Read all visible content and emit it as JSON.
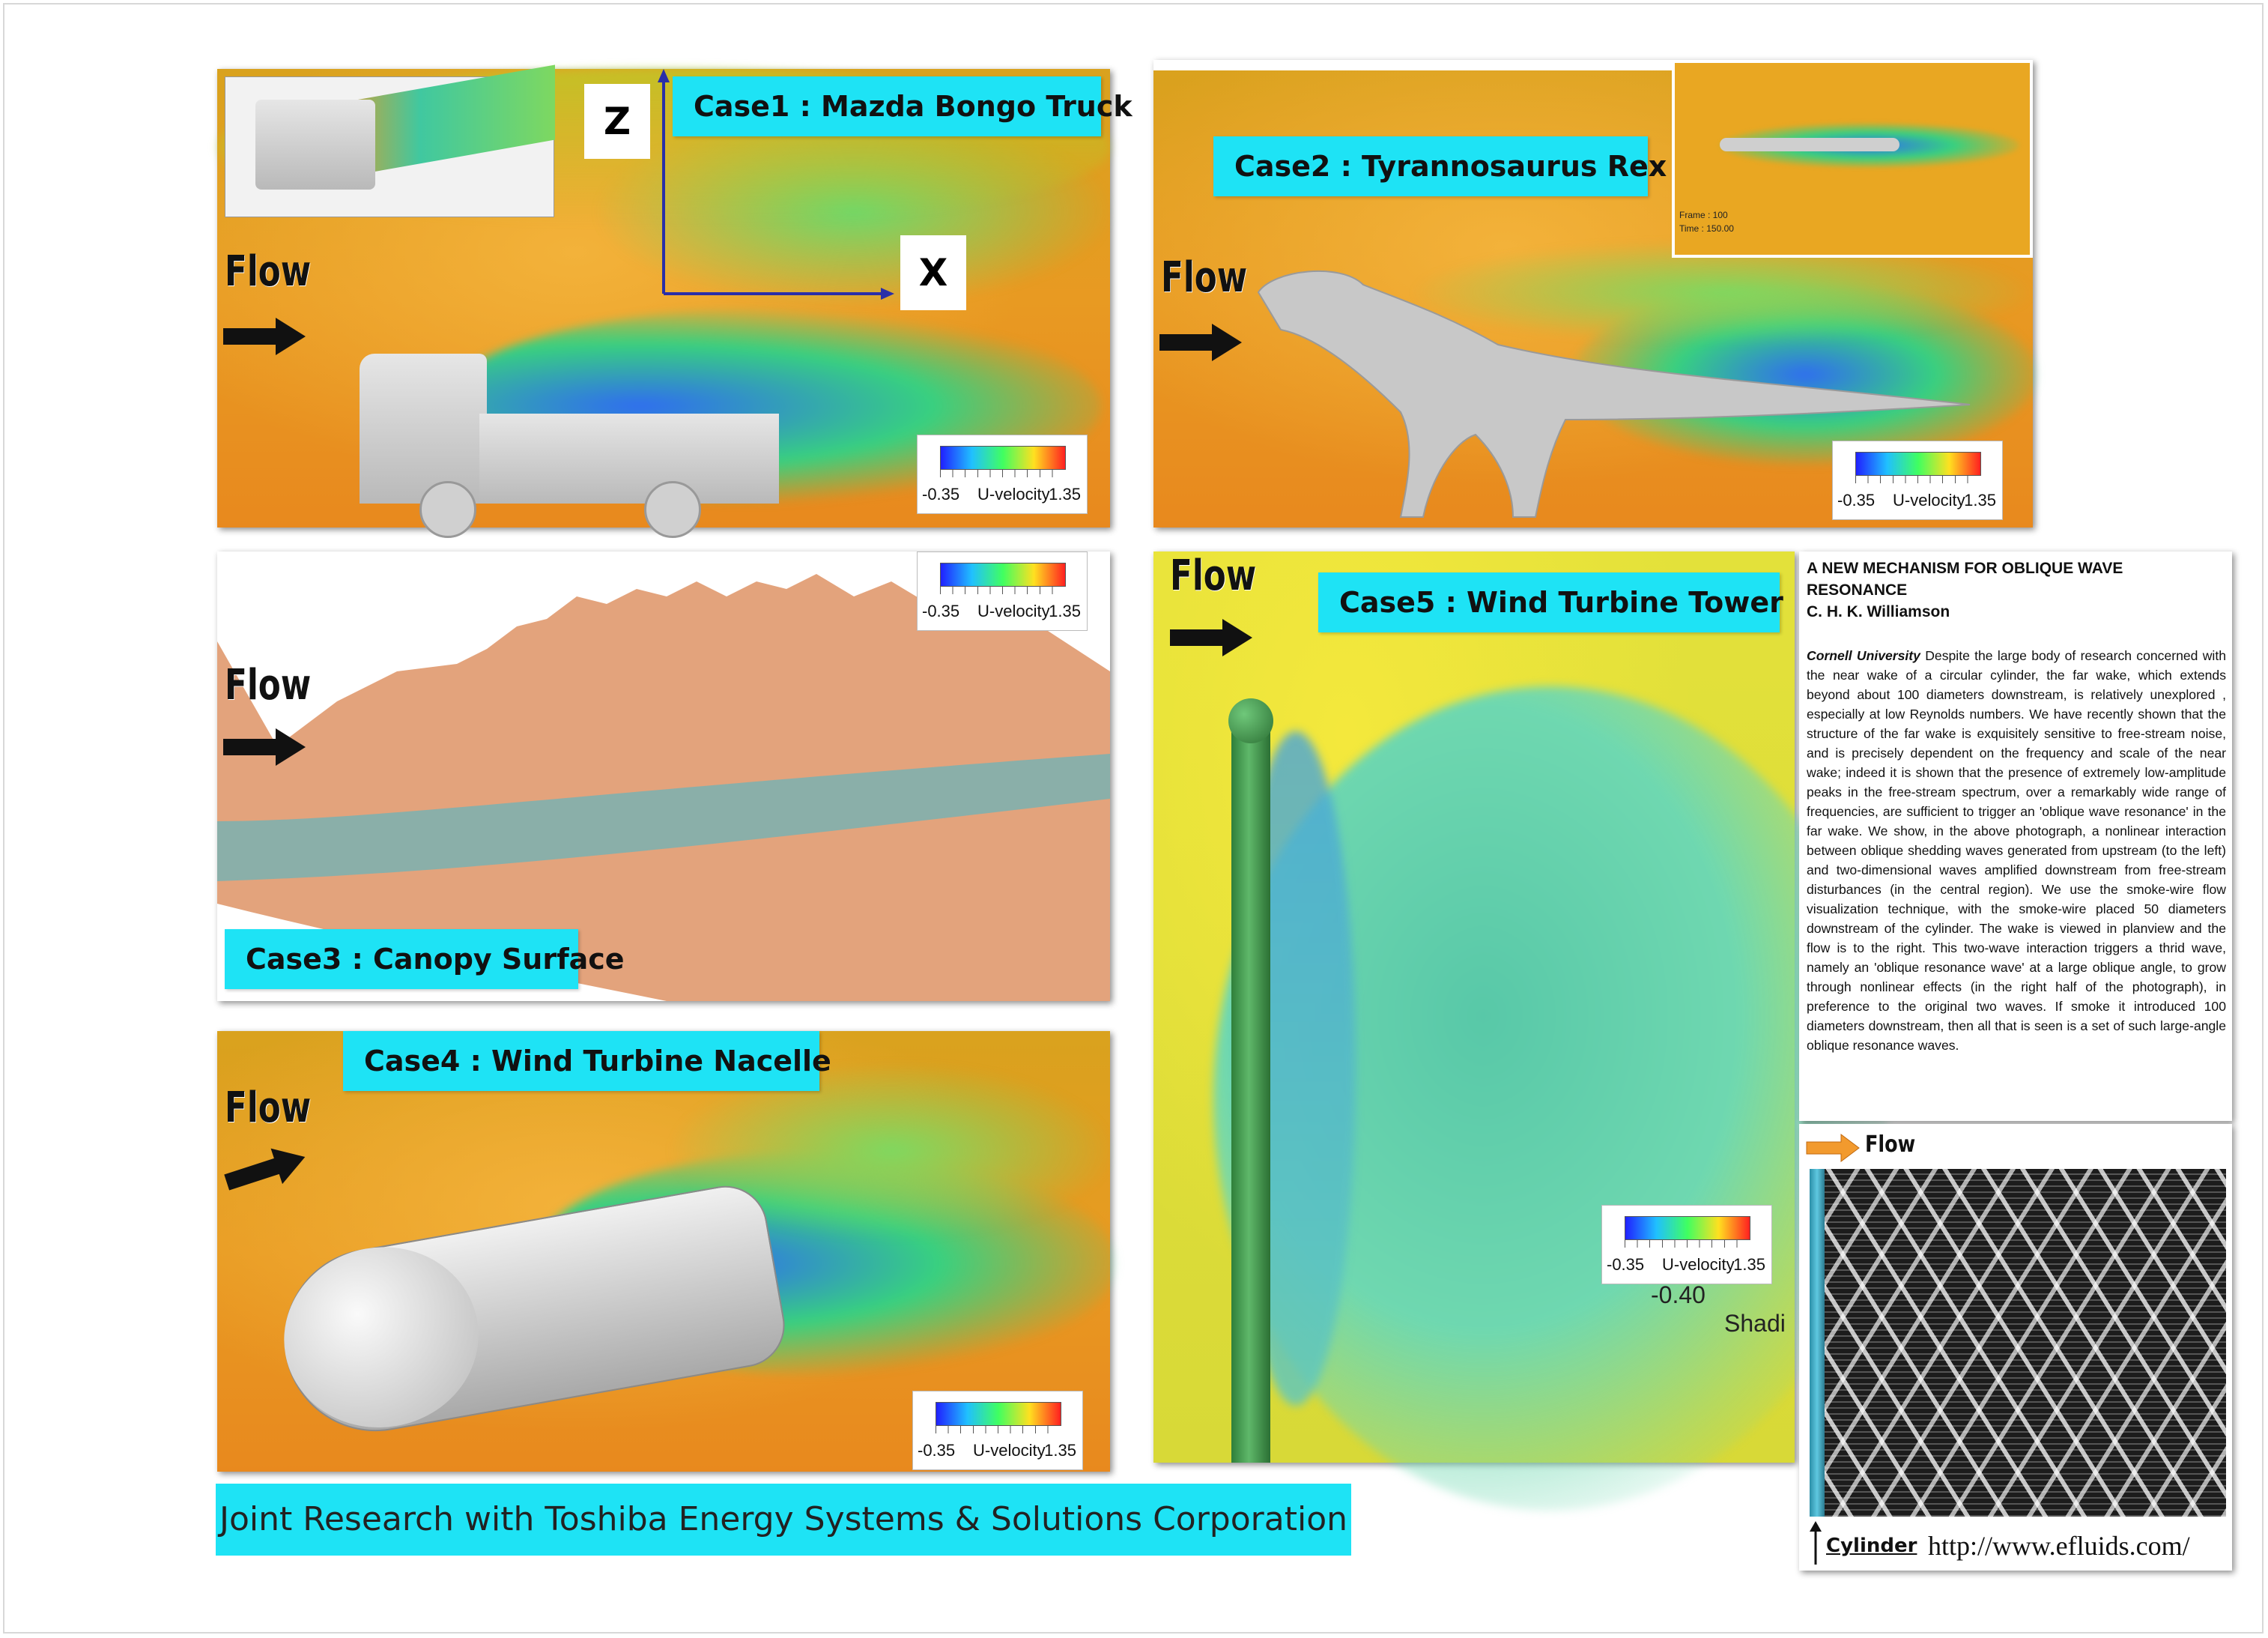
{
  "colors": {
    "accent_cyan": "#1ee3f5",
    "field_orange": "#e89a22",
    "field_yellow": "#e0df3a",
    "wake_blue": "#2f6df0",
    "wake_green": "#38d080"
  },
  "flow_label": "Flow",
  "legend": {
    "min": "-0.35",
    "label": "U-velocity",
    "max": "1.35"
  },
  "case1": {
    "title": "Case1 : Mazda Bongo Truck",
    "axis_z": "Z",
    "axis_x": "X"
  },
  "case2": {
    "title": "Case2 : Tyrannosaurus Rex",
    "inset_frame": "Frame : 100",
    "inset_time": "Time : 150.00"
  },
  "case3": {
    "title": "Case3 : Canopy Surface"
  },
  "case4": {
    "title": "Case4 : Wind Turbine Nacelle"
  },
  "case5": {
    "title": "Case5 : Wind Turbine Tower",
    "extra_value": "-0.40",
    "extra_text": "Shadi"
  },
  "article": {
    "title_line1": "A NEW MECHANISM FOR OBLIQUE WAVE",
    "title_line2": "RESONANCE",
    "author": "C. H. K. Williamson",
    "affiliation": "Cornell University",
    "body": "Despite the large body of research concerned with the near wake of a circular cylinder, the far wake, which extends beyond about 100 diameters downstream, is relatively unexplored , especially at low Reynolds numbers. We have recently shown that the structure of the far wake is exquisitely sensitive to free-stream noise, and is precisely dependent on the frequency and scale of the near wake; indeed it is shown that the presence of extremely low-amplitude peaks in the free-stream spectrum, over a remarkably wide range of frequencies, are sufficient to trigger an 'oblique wave resonance' in the far wake. We show, in the above photograph, a nonlinear interaction between oblique shedding waves generated from upstream (to the left) and two-dimensional waves amplified downstream from free-stream disturbances (in the central region). We use the smoke-wire flow visualization technique, with the smoke-wire placed 50 diameters downstream of the cylinder. The wake is viewed in planview and the flow is to the right. This two-wave interaction triggers a thrid wave, namely an 'oblique resonance wave' at a large oblique angle, to grow through nonlinear effects (in the right half of the photograph), in preference to the original two waves. If smoke it introduced 100 diameters downstream, then all that is seen is a set of such large-angle oblique resonance waves."
  },
  "photo": {
    "flow": "Flow",
    "cylinder": "Cylinder",
    "url": "http://www.efluids.com/"
  },
  "footer": {
    "text": "Joint Research with Toshiba Energy Systems & Solutions Corporation"
  }
}
